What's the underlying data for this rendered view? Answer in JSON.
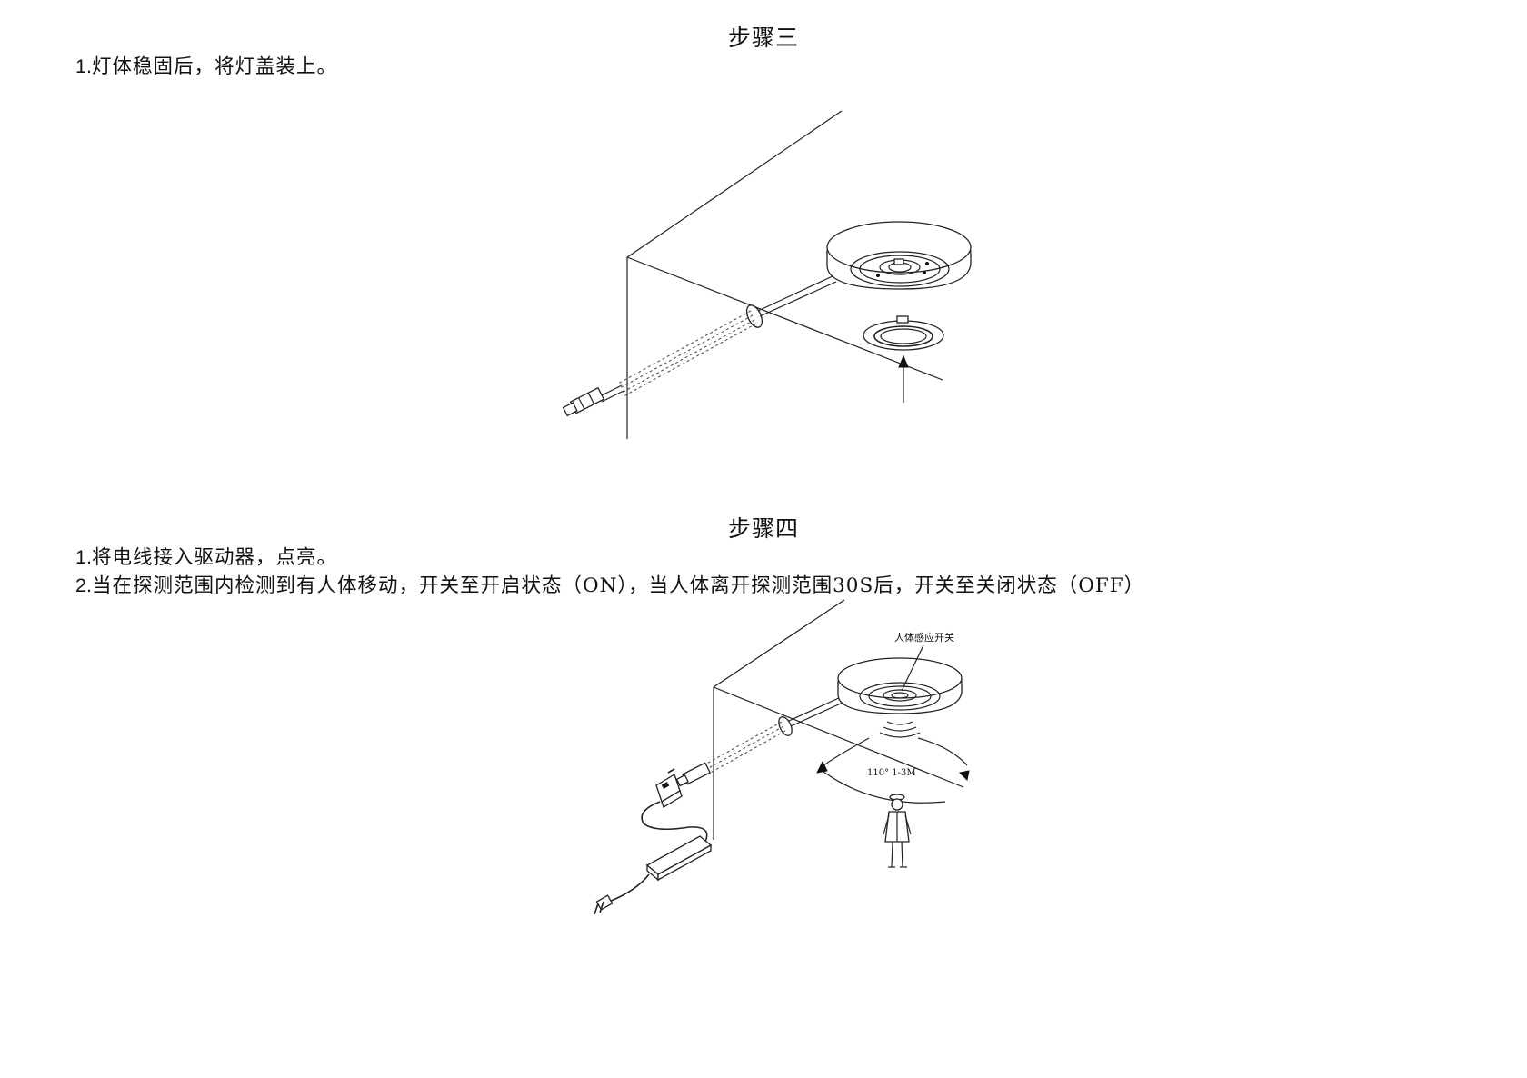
{
  "step3": {
    "title": "步骤三",
    "instructions": [
      {
        "num": "1.",
        "text": "灯体稳固后，将灯盖装上。"
      }
    ]
  },
  "step4": {
    "title": "步骤四",
    "instructions": [
      {
        "num": "1.",
        "text": "将电线接入驱动器，点亮。"
      },
      {
        "num": "2.",
        "text": "当在探测范围内检测到有人体移动，开关至开启状态（ON），当人体离开探测范围30S后，开关至关闭状态（OFF）"
      }
    ],
    "figure": {
      "sensor_label": "人体感应开关",
      "range_label": "110°  1-3M"
    }
  }
}
